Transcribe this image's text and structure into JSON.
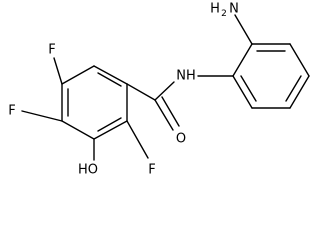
{
  "structure": {
    "atoms": {
      "f_top": "F",
      "f_left": "F",
      "f_right": "F",
      "hydroxyl": "HO",
      "carbonyl_oxygen": "O",
      "amide_nh": "NH",
      "amine": "H",
      "amine_subscript": "2",
      "amine_n": "N"
    }
  }
}
